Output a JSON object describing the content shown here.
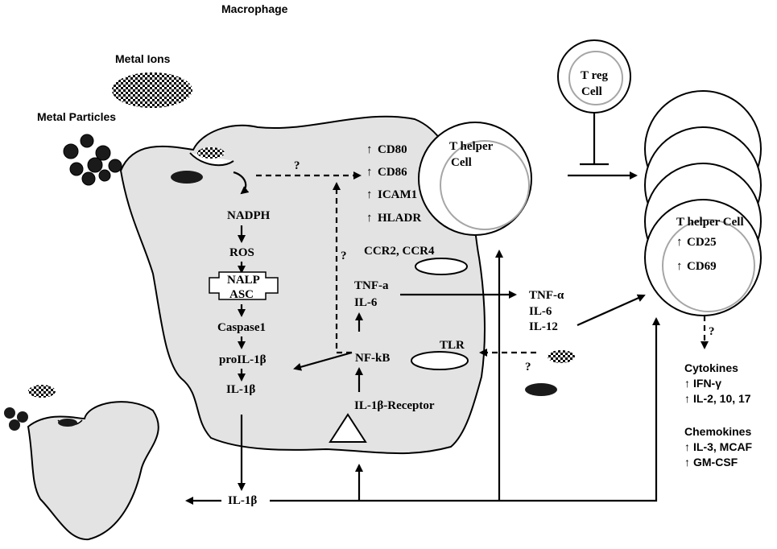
{
  "title": "Macrophage",
  "metal_ions": "Metal Ions",
  "metal_particles": "Metal Particles",
  "question_mark": "?",
  "treg": {
    "line1": "T reg",
    "line2": "Cell"
  },
  "markers": [
    "CD80",
    "CD86",
    "ICAM1",
    "HLADR"
  ],
  "thelper_left": {
    "line1": "T helper",
    "line2": "Cell"
  },
  "receptors": {
    "ccr": "CCR2, CCR4",
    "tlr": "TLR",
    "il1b_receptor": "IL-1β-Receptor"
  },
  "inflammasome_path": [
    "NADPH",
    "ROS",
    "NALP",
    "ASC",
    "Caspase1",
    "proIL-1β",
    "IL-1β"
  ],
  "tnf_il6": [
    "TNF-a",
    "IL-6"
  ],
  "nfkb": "NF-kB",
  "secreted": [
    "TNF-α",
    "IL-6",
    "IL-12"
  ],
  "il1b_out": "IL-1β",
  "activated_cell": {
    "title": "T helper Cell",
    "markers": [
      "CD25",
      "CD69"
    ]
  },
  "cytokines": {
    "title": "Cytokines",
    "items": [
      "IFN-γ",
      "IL-2, 10, 17"
    ]
  },
  "chemokines": {
    "title": "Chemokines",
    "items": [
      "IL-3, MCAF",
      "GM-CSF"
    ]
  },
  "up_arrow": "↑",
  "colors": {
    "cell_fill": "#e3e3e3",
    "line": "#000000",
    "inner_ring": "#a6a6a6"
  }
}
